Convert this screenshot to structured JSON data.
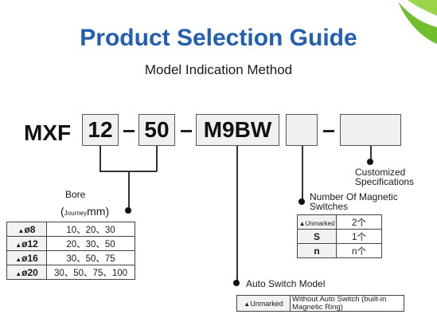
{
  "title": "Product Selection Guide",
  "subtitle": "Model Indication Method",
  "model": {
    "prefix": "MXF",
    "bore_code": "12",
    "dash": "–",
    "journey_code": "50",
    "switch_code": "M9BW"
  },
  "labels": {
    "customized": "Customized Specifications",
    "magnetic_switches": "Number Of Magnetic Switches",
    "bore": "Bore",
    "journey_open": "(",
    "journey_word": "Journey",
    "journey_unit": "mm)",
    "auto_switch": "Auto Switch Model"
  },
  "bore_table": [
    {
      "mark": "▲",
      "bore": "ø8",
      "journey": "10、20、30"
    },
    {
      "mark": "▲",
      "bore": "ø12",
      "journey": "20、30、50"
    },
    {
      "mark": "▲",
      "bore": "ø16",
      "journey": "30、50、75"
    },
    {
      "mark": "▲",
      "bore": "ø20",
      "journey": "30、50、75、100"
    }
  ],
  "magnetic_table": [
    {
      "mark": "▲",
      "code": "Unmarked",
      "value": "2个"
    },
    {
      "mark": "",
      "code": "S",
      "value": "1个"
    },
    {
      "mark": "",
      "code": "n",
      "value": "n个"
    }
  ],
  "auto_switch_table": {
    "mark": "▲",
    "code": "Unmarked",
    "description": "Without Auto Switch (built-in Magnetic Ring)"
  },
  "colors": {
    "title": "#1f5fb8",
    "leaf": "#6fbf2a",
    "box_fill": "#f0f0f0"
  }
}
